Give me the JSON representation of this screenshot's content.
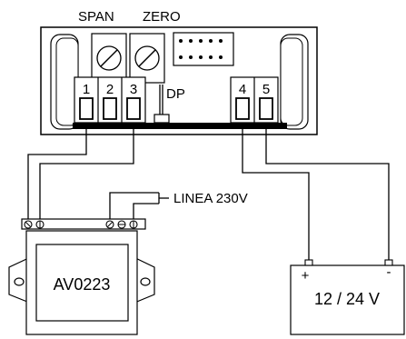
{
  "labels": {
    "span": "SPAN",
    "zero": "ZERO",
    "dp": "DP",
    "linea": "LINEA 230V",
    "module": "AV0223",
    "battery": "12 / 24 V",
    "plus": "+",
    "minus": "-"
  },
  "terminals": [
    "1",
    "2",
    "3",
    "4",
    "5"
  ]
}
